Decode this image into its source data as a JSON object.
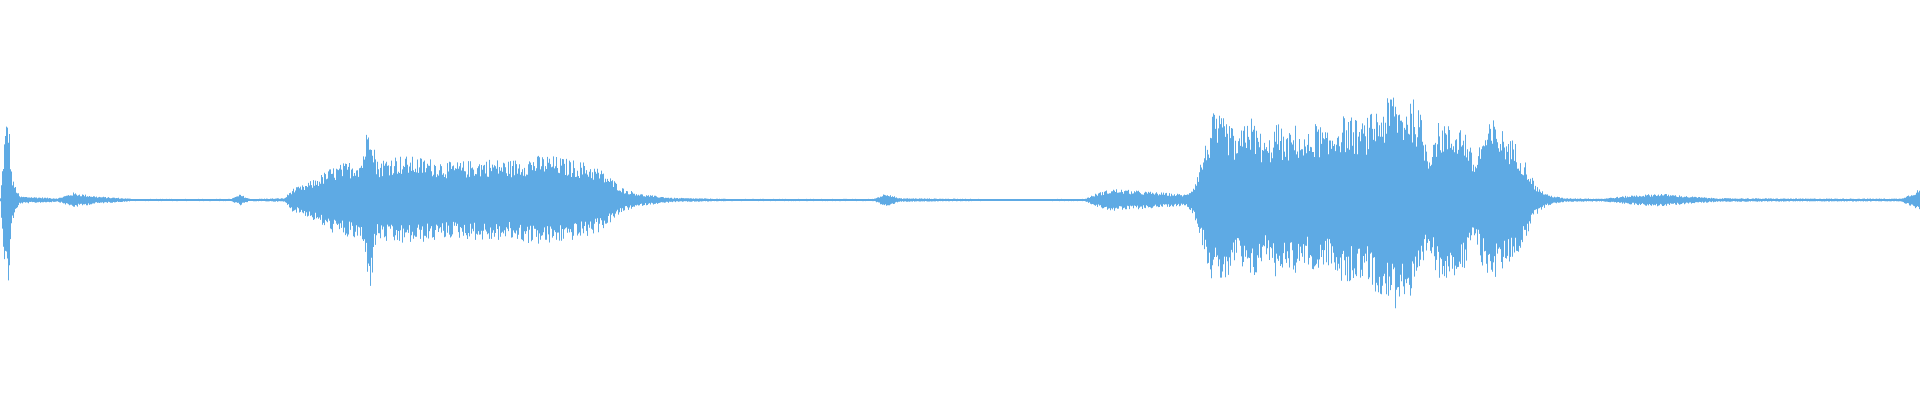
{
  "waveform": {
    "color": "#5eaae4",
    "background": "#ffffff",
    "envelope": [
      [
        0.0,
        0.01
      ],
      [
        0.002,
        0.33
      ],
      [
        0.004,
        0.5
      ],
      [
        0.006,
        0.12
      ],
      [
        0.01,
        0.02
      ],
      [
        0.03,
        0.01
      ],
      [
        0.038,
        0.04
      ],
      [
        0.05,
        0.02
      ],
      [
        0.07,
        0.006
      ],
      [
        0.12,
        0.006
      ],
      [
        0.125,
        0.03
      ],
      [
        0.13,
        0.006
      ],
      [
        0.148,
        0.01
      ],
      [
        0.152,
        0.06
      ],
      [
        0.158,
        0.08
      ],
      [
        0.165,
        0.12
      ],
      [
        0.172,
        0.17
      ],
      [
        0.18,
        0.2
      ],
      [
        0.188,
        0.22
      ],
      [
        0.193,
        0.48
      ],
      [
        0.196,
        0.21
      ],
      [
        0.205,
        0.24
      ],
      [
        0.215,
        0.23
      ],
      [
        0.225,
        0.22
      ],
      [
        0.235,
        0.2
      ],
      [
        0.245,
        0.21
      ],
      [
        0.255,
        0.22
      ],
      [
        0.265,
        0.21
      ],
      [
        0.275,
        0.23
      ],
      [
        0.285,
        0.24
      ],
      [
        0.295,
        0.22
      ],
      [
        0.305,
        0.2
      ],
      [
        0.312,
        0.17
      ],
      [
        0.318,
        0.12
      ],
      [
        0.325,
        0.06
      ],
      [
        0.335,
        0.03
      ],
      [
        0.35,
        0.012
      ],
      [
        0.38,
        0.006
      ],
      [
        0.455,
        0.006
      ],
      [
        0.462,
        0.04
      ],
      [
        0.468,
        0.01
      ],
      [
        0.52,
        0.005
      ],
      [
        0.565,
        0.006
      ],
      [
        0.572,
        0.04
      ],
      [
        0.58,
        0.06
      ],
      [
        0.592,
        0.05
      ],
      [
        0.605,
        0.04
      ],
      [
        0.618,
        0.03
      ],
      [
        0.622,
        0.08
      ],
      [
        0.628,
        0.3
      ],
      [
        0.632,
        0.46
      ],
      [
        0.64,
        0.42
      ],
      [
        0.645,
        0.32
      ],
      [
        0.65,
        0.47
      ],
      [
        0.655,
        0.39
      ],
      [
        0.66,
        0.3
      ],
      [
        0.665,
        0.42
      ],
      [
        0.67,
        0.34
      ],
      [
        0.675,
        0.4
      ],
      [
        0.68,
        0.33
      ],
      [
        0.686,
        0.42
      ],
      [
        0.692,
        0.35
      ],
      [
        0.698,
        0.45
      ],
      [
        0.704,
        0.44
      ],
      [
        0.71,
        0.41
      ],
      [
        0.716,
        0.48
      ],
      [
        0.722,
        0.52
      ],
      [
        0.726,
        0.6
      ],
      [
        0.73,
        0.5
      ],
      [
        0.735,
        0.56
      ],
      [
        0.74,
        0.46
      ],
      [
        0.744,
        0.26
      ],
      [
        0.748,
        0.4
      ],
      [
        0.752,
        0.43
      ],
      [
        0.756,
        0.38
      ],
      [
        0.76,
        0.42
      ],
      [
        0.764,
        0.36
      ],
      [
        0.768,
        0.2
      ],
      [
        0.772,
        0.35
      ],
      [
        0.778,
        0.43
      ],
      [
        0.784,
        0.36
      ],
      [
        0.79,
        0.3
      ],
      [
        0.796,
        0.18
      ],
      [
        0.8,
        0.08
      ],
      [
        0.806,
        0.03
      ],
      [
        0.815,
        0.01
      ],
      [
        0.835,
        0.008
      ],
      [
        0.85,
        0.025
      ],
      [
        0.865,
        0.035
      ],
      [
        0.88,
        0.02
      ],
      [
        0.895,
        0.01
      ],
      [
        0.94,
        0.008
      ],
      [
        0.99,
        0.008
      ],
      [
        0.995,
        0.03
      ],
      [
        1.0,
        0.06
      ]
    ]
  }
}
